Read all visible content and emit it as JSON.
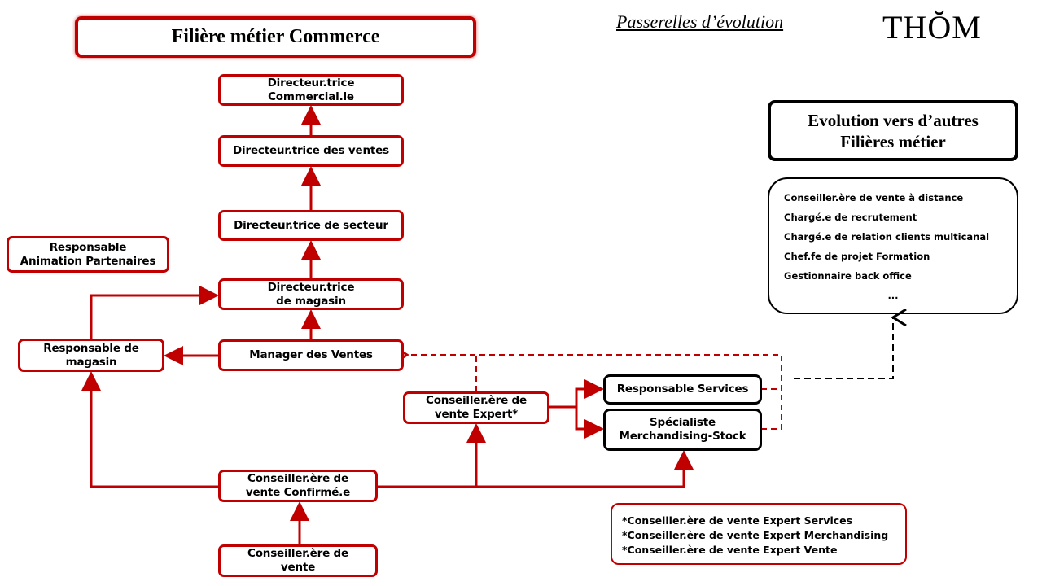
{
  "header": {
    "title": "Filière métier Commerce",
    "subtitle": "Passerelles d’évolution",
    "logo": "THŎM"
  },
  "roles": {
    "directeur_commercial": "Directeur.trice\nCommercial.le",
    "directeur_ventes": "Directeur.trice des ventes",
    "directeur_secteur": "Directeur.trice de secteur",
    "responsable_animation": "Responsable\nAnimation Partenaires",
    "directeur_magasin": "Directeur.trice\nde magasin",
    "responsable_magasin": "Responsable de\nmagasin",
    "manager_ventes": "Manager des Ventes",
    "conseiller_expert": "Conseiller.ère de\nvente Expert*",
    "responsable_services": "Responsable Services",
    "specialiste_merch": "Spécialiste\nMerchandising-Stock",
    "conseiller_confirme": "Conseiller.ère de\nvente Confirmé.e",
    "conseiller_vente": "Conseiller.ère de\nvente"
  },
  "footnote": [
    "*Conseiller.ère de vente Expert Services",
    "*Conseiller.ère de vente Expert Merchandising",
    "*Conseiller.ère de vente Expert Vente"
  ],
  "evolution": {
    "title": "Evolution vers d’autres\nFilières métier",
    "items": [
      "Conseiller.ère de vente à distance",
      "Chargé.e de recrutement",
      "Chargé.e de relation clients multicanal",
      "Chef.fe de projet Formation",
      "Gestionnaire back office"
    ],
    "more": "..."
  },
  "colors": {
    "accent": "#c00000",
    "secondary": "#000000"
  }
}
